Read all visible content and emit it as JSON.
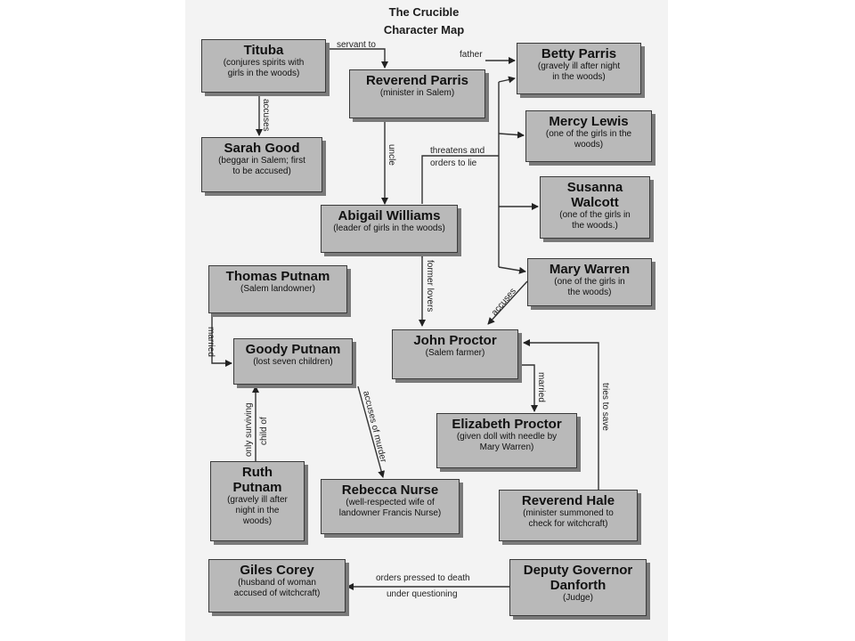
{
  "title": {
    "line1": "The Crucible",
    "line2": "Character Map"
  },
  "characters": {
    "tituba": {
      "name": "Tituba",
      "desc": "(conjures spirits with\ngirls in the woods)"
    },
    "parris": {
      "name": "Reverend Parris",
      "desc": "(minister in Salem)"
    },
    "betty": {
      "name": "Betty Parris",
      "desc": "(gravely ill after night\nin the woods)"
    },
    "sarah": {
      "name": "Sarah Good",
      "desc": "(beggar in Salem; first\nto be accused)"
    },
    "mercy": {
      "name": "Mercy Lewis",
      "desc": "(one of the girls in the\nwoods)"
    },
    "susanna": {
      "name": "Susanna\nWalcott",
      "desc": "(one of the girls in\nthe woods.)"
    },
    "abigail": {
      "name": "Abigail Williams",
      "desc": "(leader of girls in the woods)"
    },
    "thomas": {
      "name": "Thomas Putnam",
      "desc": "(Salem landowner)"
    },
    "mary": {
      "name": "Mary Warren",
      "desc": "(one of the girls in\nthe woods)"
    },
    "goody": {
      "name": "Goody Putnam",
      "desc": "(lost seven children)"
    },
    "proctor": {
      "name": "John Proctor",
      "desc": "(Salem farmer)"
    },
    "elizabeth": {
      "name": "Elizabeth Proctor",
      "desc": "(given doll with needle by\nMary Warren)"
    },
    "ruth": {
      "name": "Ruth\nPutnam",
      "desc": "(gravely ill after\nnight in the\nwoods)"
    },
    "rebecca": {
      "name": "Rebecca Nurse",
      "desc": "(well-respected wife of\nlandowner Francis Nurse)"
    },
    "hale": {
      "name": "Reverend Hale",
      "desc": "(minister summoned to\ncheck for witchcraft)"
    },
    "giles": {
      "name": "Giles Corey",
      "desc": "(husband of woman\naccused of witchcraft)"
    },
    "danforth": {
      "name": "Deputy Governor\nDanforth",
      "desc": "(Judge)"
    }
  },
  "relations": {
    "servant_to": "servant to",
    "father": "father",
    "accuses_tituba": "accuses",
    "uncle": "uncle",
    "threatens_1": "threatens and",
    "threatens_2": "orders to lie",
    "former_lovers": "former lovers",
    "accuses_mary": "accuses",
    "married_putnam": "married",
    "married_proctor": "married",
    "tries_to_save": "tries to save",
    "only_surviving": "only surviving",
    "child_of": "child of",
    "accuses_of_murder": "accuses of murder",
    "orders_pressed_1": "orders pressed to death",
    "orders_pressed_2": "under questioning"
  }
}
